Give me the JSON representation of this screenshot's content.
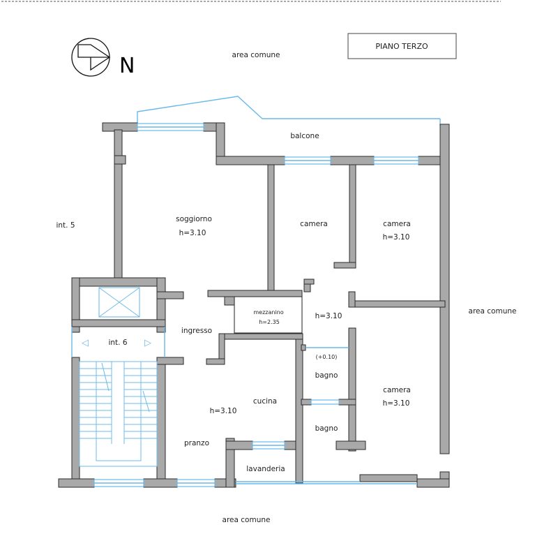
{
  "title": "PIANO TERZO",
  "north_label": "N",
  "labels": {
    "area_comune_top": "area comune",
    "area_comune_right": "area comune",
    "area_comune_bottom": "area comune",
    "balcone": "balcone",
    "int5": "int. 5",
    "int6": "int. 6",
    "soggiorno": "soggiorno",
    "soggiorno_h": "h=3.10",
    "camera1": "camera",
    "camera2": "camera",
    "camera2_h": "h=3.10",
    "mezzanino": "mezzanino",
    "mezzanino_h": "h=2.35",
    "disimpegno_h": "h=3.10",
    "ingresso": "ingresso",
    "bagno1_note": "(+0.10)",
    "bagno1": "bagno",
    "bagno2": "bagno",
    "cucina": "cucina",
    "pranzo_h": "h=3.10",
    "pranzo": "pranzo",
    "lavanderia": "lavanderia",
    "camera3": "camera",
    "camera3_h": "h=3.10"
  },
  "icons": {
    "compass": "north-arrow-icon",
    "elevator": "elevator-shaft-icon",
    "arrow_left": "triangle-left-icon",
    "arrow_right": "triangle-right-icon"
  },
  "colors": {
    "wall_fill": "#a9a9a9",
    "wall_stroke": "#2a2a2a",
    "window": "#68b9ea",
    "text": "#1e1e1e"
  }
}
